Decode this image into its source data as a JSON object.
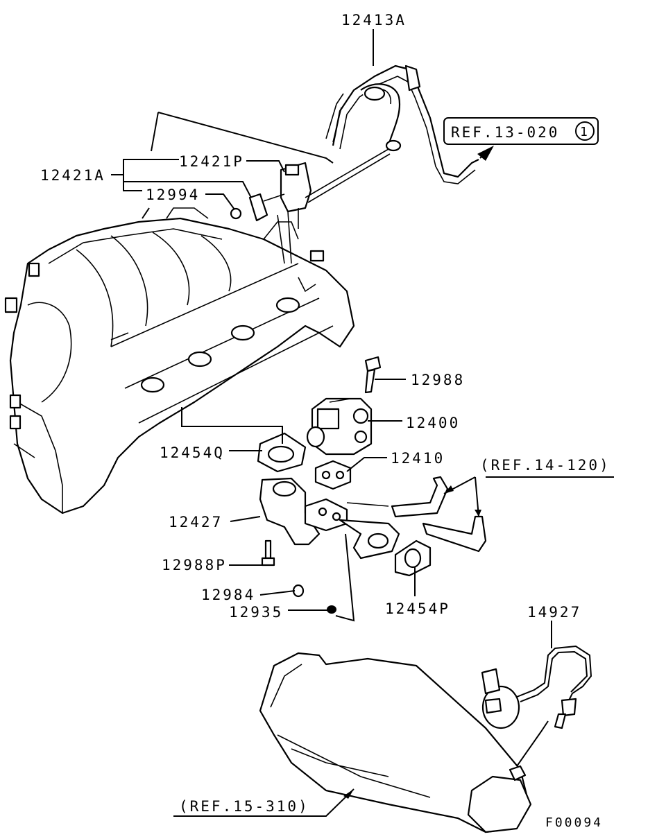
{
  "labels": {
    "p12413A": "12413A",
    "p12421A": "12421A",
    "p12421P": "12421P",
    "p12994": "12994",
    "ref13": "REF.13-020",
    "ref13_circle": "1",
    "p12988": "12988",
    "p12400": "12400",
    "p12454Q": "12454Q",
    "p12410": "12410",
    "ref14": "(REF.14-120)",
    "p12427": "12427",
    "p12988P": "12988P",
    "p12984": "12984",
    "p12935": "12935",
    "p12454P": "12454P",
    "p14927": "14927",
    "ref15": "(REF.15-310)",
    "figure_code": "F00094"
  }
}
